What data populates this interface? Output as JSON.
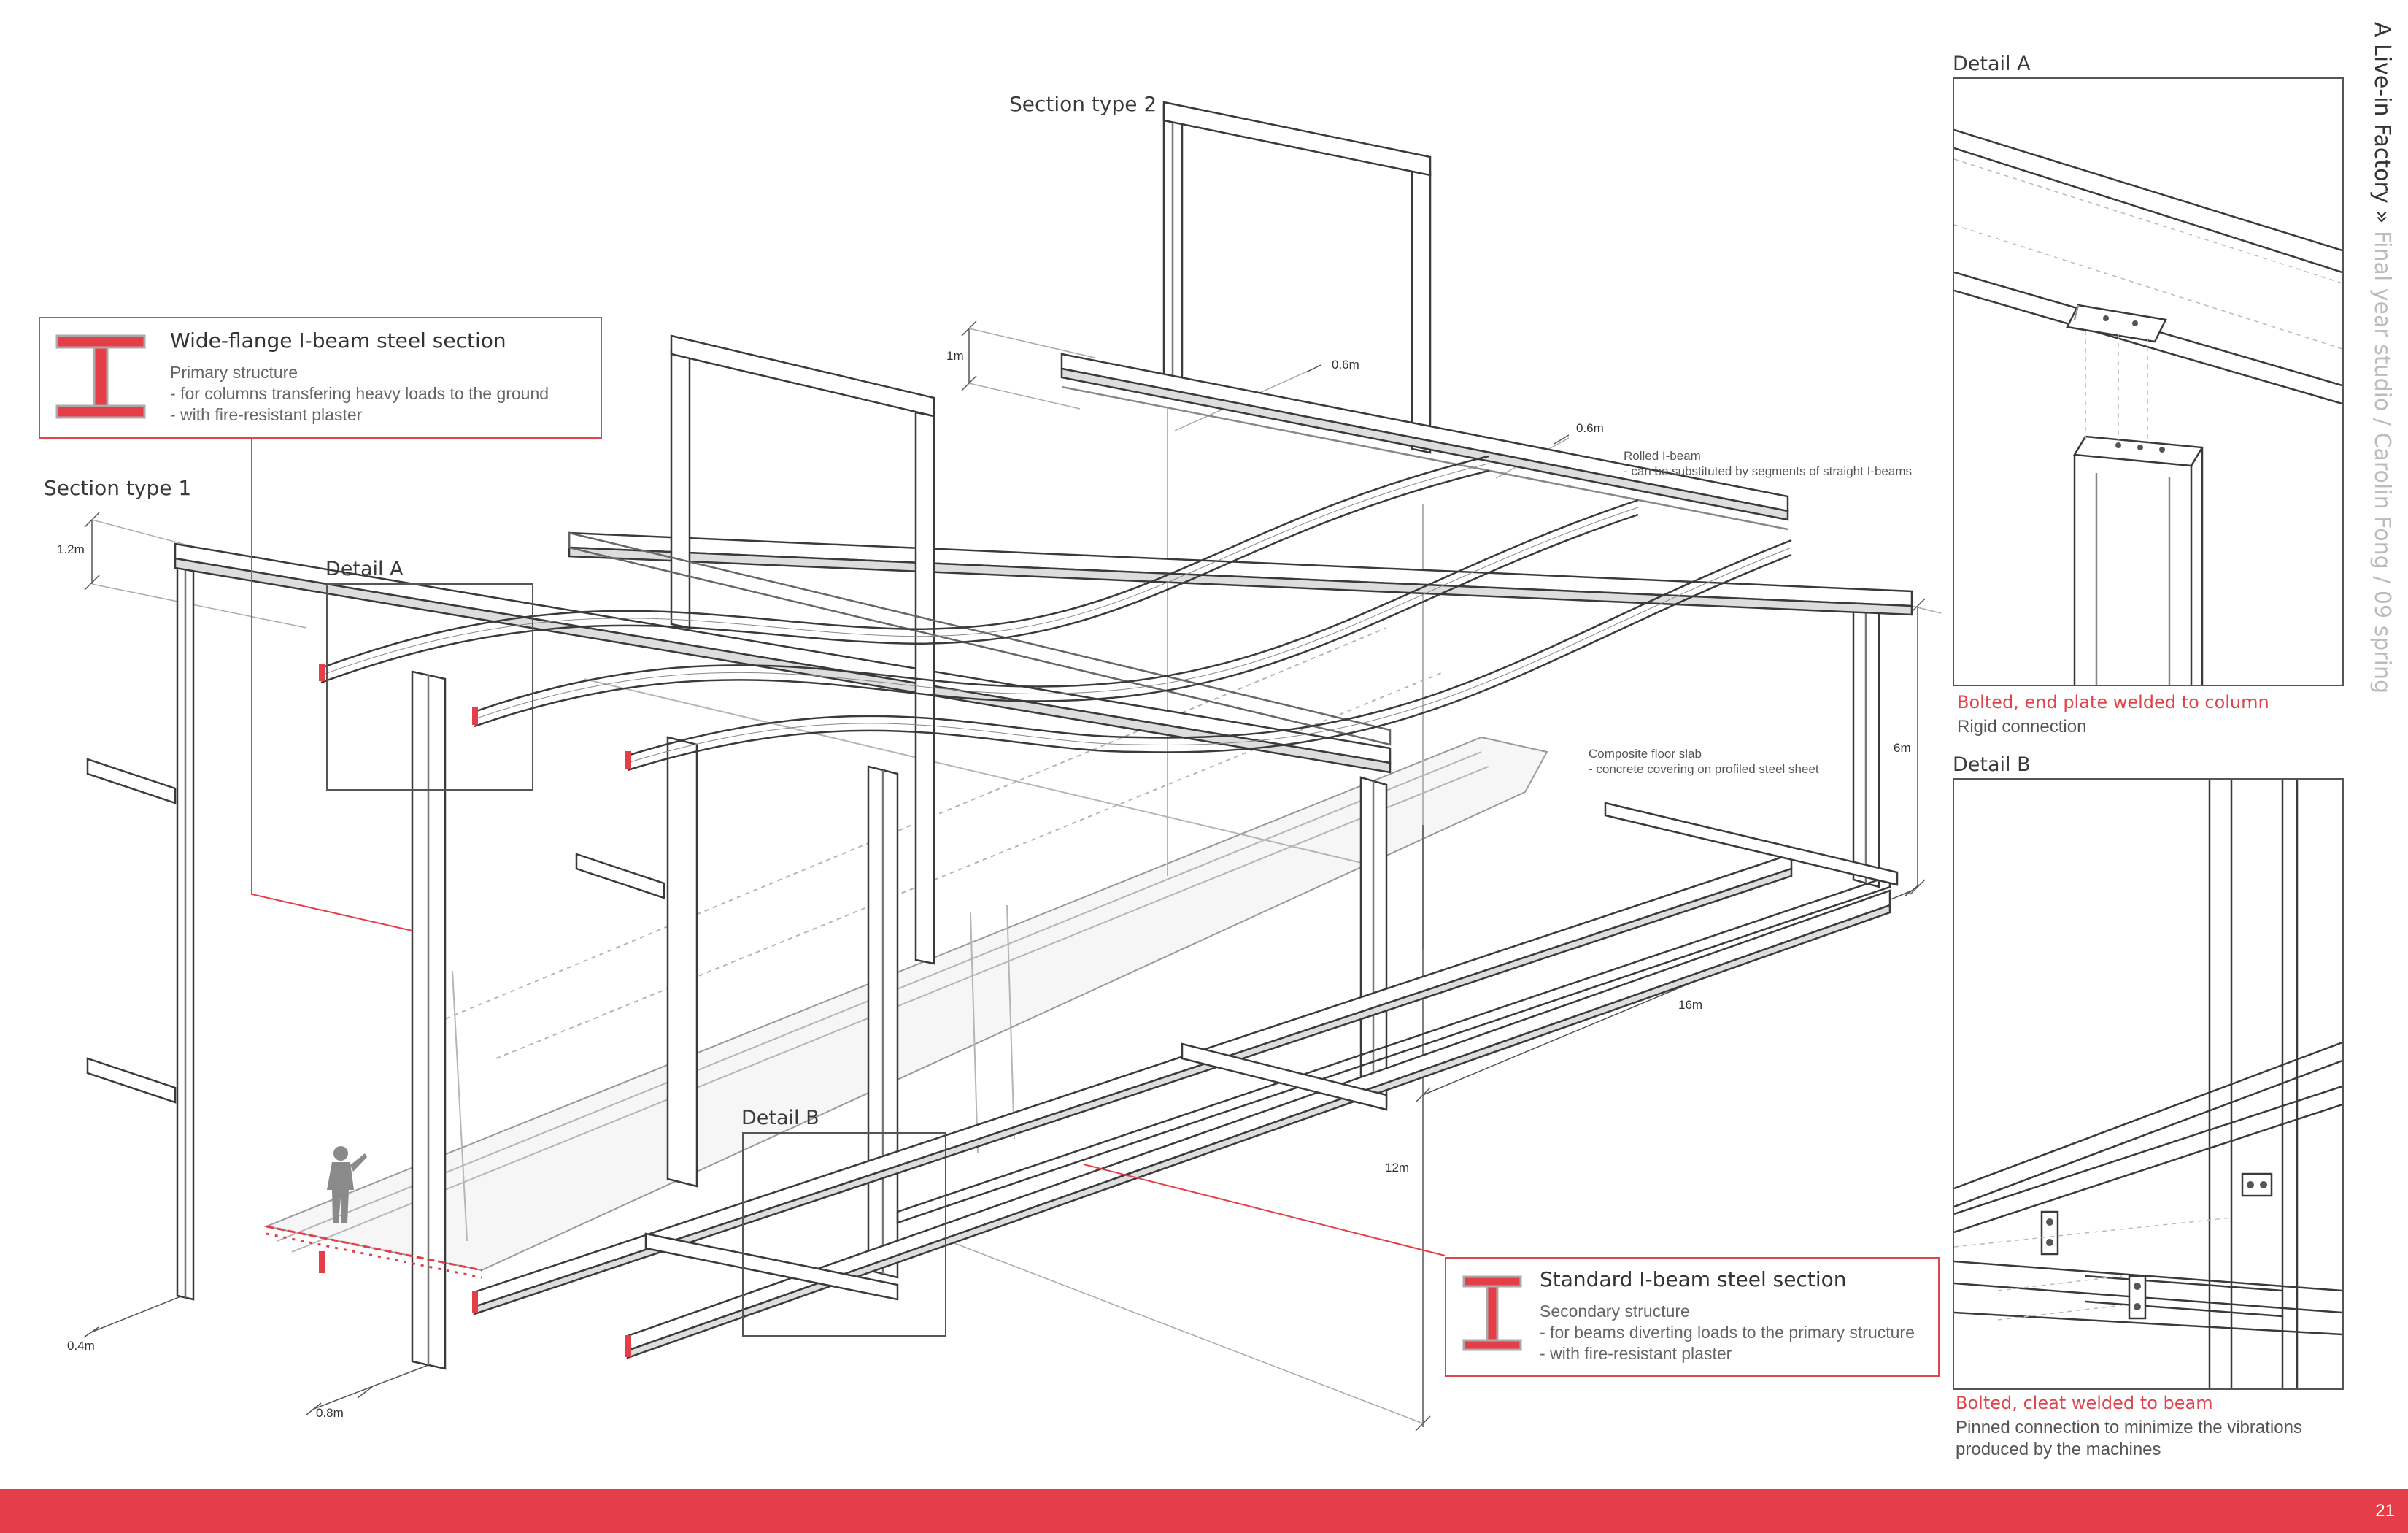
{
  "labels": {
    "section_type_1": "Section type 1",
    "section_type_2": "Section type 2",
    "detail_a": "Detail A",
    "detail_b": "Detail B",
    "dim_1_2m": "1.2m",
    "dim_1m": "1m",
    "dim_0_6m_a": "0.6m",
    "dim_0_6m_b": "0.6m",
    "dim_6m": "6m",
    "dim_16m": "16m",
    "dim_12m": "12m",
    "dim_0_4m": "0.4m",
    "dim_0_8m": "0.8m",
    "rolled_beam_title": "Rolled I-beam",
    "rolled_beam_note": "- can be substituted by segments of straight I-beams",
    "floor_slab_title": "Composite floor slab",
    "floor_slab_note": "- concrete covering on profiled steel sheet"
  },
  "callout_primary": {
    "title": "Wide-flange I-beam steel section",
    "lines": [
      "Primary structure",
      "- for columns transfering heavy loads to the ground",
      "- with fire-resistant plaster"
    ]
  },
  "callout_secondary": {
    "title": "Standard I-beam steel section",
    "lines": [
      "Secondary structure",
      "- for beams diverting loads to the primary structure",
      "- with fire-resistant plaster"
    ]
  },
  "detail_a_panel": {
    "title": "Detail A",
    "caption_red": "Bolted, end plate welded to column",
    "caption": "Rigid connection"
  },
  "detail_b_panel": {
    "title": "Detail B",
    "caption_red": "Bolted, cleat welded to beam",
    "caption_lines": [
      "Pinned connection to minimize the vibrations",
      "produced by the machines"
    ]
  },
  "vertical_title": {
    "project": "A Live-in Factory",
    "separator": "»",
    "subtitle": "Final year studio / Carolin Fong / 09 spring"
  },
  "page_number": "21",
  "colors": {
    "accent_red": "#e63e48",
    "line_dark": "#3a3a3a",
    "line_light": "#b8b8b8",
    "text_grey": "#666666"
  }
}
